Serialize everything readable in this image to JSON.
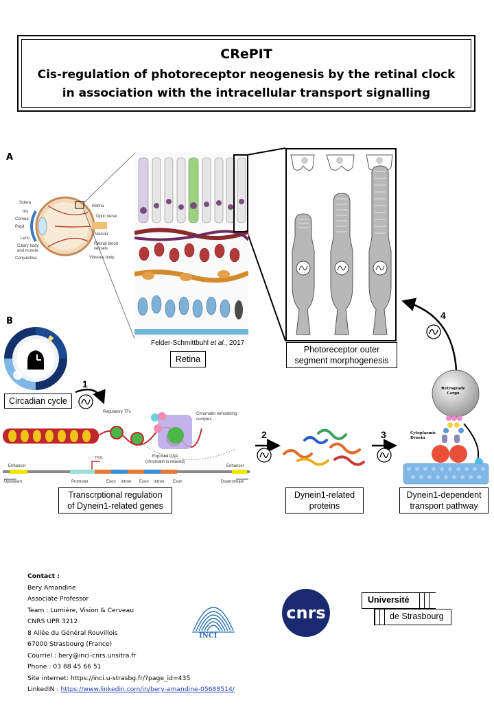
{
  "title": {
    "acronym": "CRePIT",
    "line1": "Cis-regulation of photoreceptor neogenesis by the retinal clock",
    "line2": "in association with the intracellular transport signalling"
  },
  "panels": {
    "a": "A",
    "b": "B"
  },
  "eye_labels": {
    "sclera": "Sclera",
    "iris": "Iris",
    "cornea": "Cornea",
    "pupil": "Pupil",
    "lens": "Lens",
    "ciliary": "Ciliary body and muscle",
    "conjunctiva": "Conjunctiva",
    "retina": "Retina",
    "optic_nerve": "Optic nerve",
    "macula": "Macula",
    "retinal_vessels": "Retinal blood vessels",
    "vitreous": "Vitreous body"
  },
  "retina_credit_author": "Felder-Schmittbuhl",
  "retina_credit_etal": "et al.",
  "retina_credit_year": ", 2017",
  "boxes": {
    "retina": "Retina",
    "outer_segment_l1": "Photoreceptor outer",
    "outer_segment_l2": "segment morphogenesis",
    "circadian": "Circadian cycle",
    "transcription_l1": "Transcrptional regulation",
    "transcription_l2": "of Dynein1-related genes",
    "proteins_l1": "Dynein1-related",
    "proteins_l2": "proteins",
    "transport_l1": "Dynein1-dependent",
    "transport_l2": "transport pathway"
  },
  "steps": {
    "s1": "1",
    "s2": "2",
    "s3": "3",
    "s4": "4"
  },
  "gene_labels": {
    "regulatory_tfs": "Regulatory TFs",
    "chromatin_l1": "Chromatin-remodeling",
    "chromatin_l2": "complex",
    "exposed_l1": "Exposed DNA",
    "exposed_l2": "(chromatin is relaxed)",
    "tss": "TSS",
    "enhancer_left": "Enhancer",
    "enhancer_right": "Enhancer",
    "upstream": "Upstream",
    "downstream": "Downstream",
    "promoter": "Promoter",
    "exon1": "Exon",
    "intron1": "Intron",
    "exon2": "Exon",
    "intron2": "Intron",
    "exon3": "Exon"
  },
  "dynein_labels": {
    "cargo_l1": "Retrograde",
    "cargo_l2": "Cargo",
    "cyto_l1": "Cytoplasmic",
    "cyto_l2": "Dynein"
  },
  "contact": {
    "heading": "Contact :",
    "name": "Bery Amandine",
    "position": "Associate Professor",
    "team": "Team : Lumière, Vision & Cerveau",
    "unit": "CNRS UPR 3212",
    "street": "8 Allée du Général Rouvillois",
    "city": "67000 Strasbourg (France)",
    "email": "Courriel : bery@inci-cnrs.unsitra.fr",
    "phone": "Phone : 03 88 45 66 51",
    "site": "Site internet: https://inci.u-strasbg.fr/?page_id=435",
    "linkedin_label": "LinkedIN : ",
    "linkedin_url": "https://www.linkedin.com/in/bery-amandine-05688514/"
  },
  "logos": {
    "inci": "INCI",
    "cnrs": "cnrs",
    "unistra_l1": "Université",
    "unistra_l2": "de Strasbourg"
  }
}
